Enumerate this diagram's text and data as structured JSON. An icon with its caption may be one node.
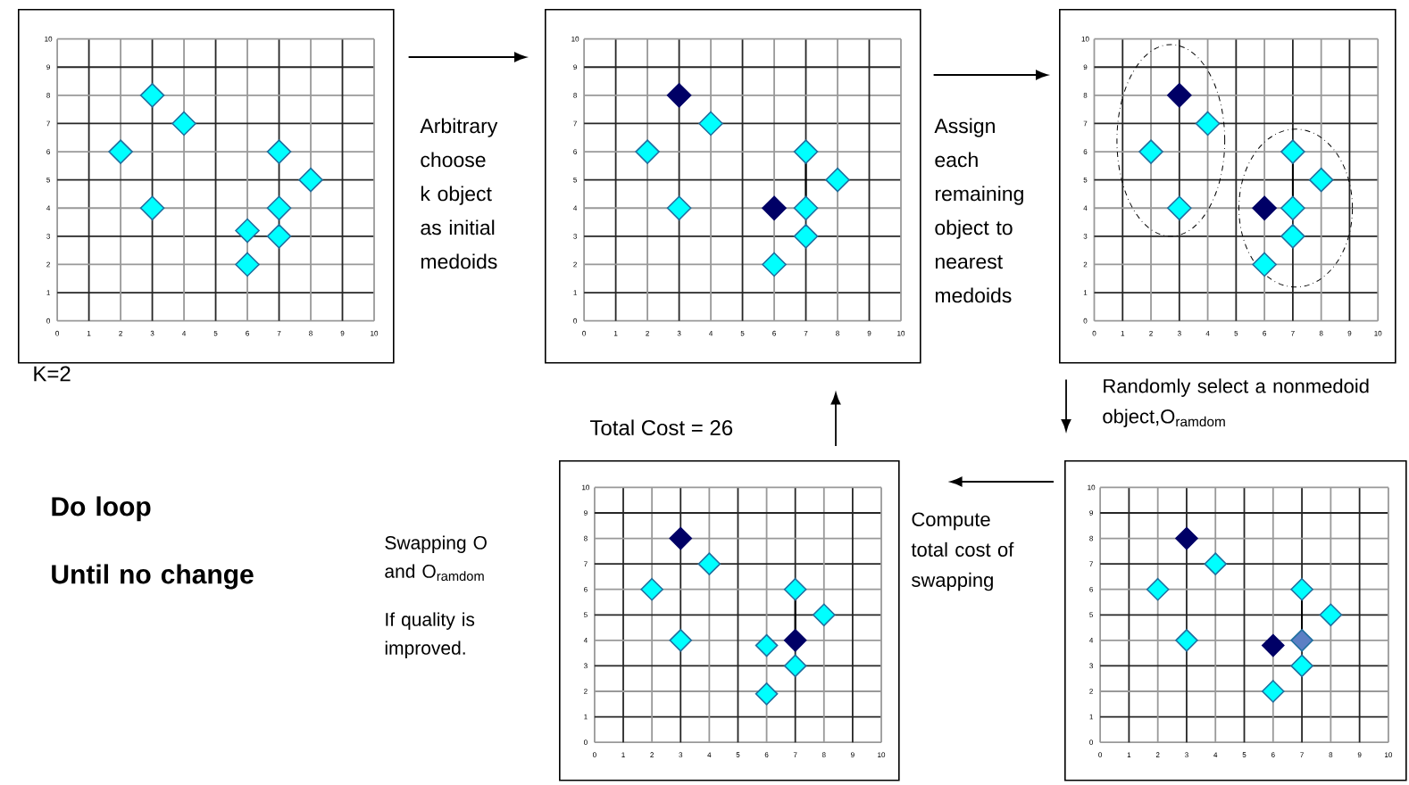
{
  "diagram": {
    "nodes": [
      {
        "text": [
          "10",
          "9",
          "8",
          "7",
          "6",
          "5",
          "4",
          "3",
          "2",
          "1",
          "0",
          "0",
          "1",
          "2",
          "3",
          "4",
          "5",
          "6",
          "7",
          "8",
          "9",
          "10"
        ],
        "beside": [
          "K=2"
        ]
      },
      {
        "text": [
          "10",
          "9",
          "8",
          "7",
          "6",
          "5",
          "4",
          "3",
          "2",
          "1",
          "0",
          "0",
          "1",
          "2",
          "3",
          "4",
          "5",
          "6",
          "7",
          "8",
          "9",
          "10"
        ]
      },
      {
        "text": [
          "10",
          "9",
          "8",
          "7",
          "6",
          "5",
          "4",
          "3",
          "2",
          "1",
          "0",
          "0",
          "1",
          "2",
          "3",
          "4",
          "5",
          "6",
          "7",
          "8",
          "9",
          "10"
        ]
      },
      {
        "text": [
          "10",
          "9",
          "8",
          "7",
          "6",
          "5",
          "4",
          "3",
          "2",
          "1",
          "0",
          "0",
          "1",
          "2",
          "3",
          "4",
          "5",
          "6",
          "7",
          "8",
          "9",
          "10"
        ],
        "beside": [
          "Total Cost = 26"
        ]
      },
      {
        "text": [
          "10",
          "9",
          "8",
          "7",
          "6",
          "5",
          "4",
          "3",
          "2",
          "1",
          "0",
          "0",
          "1",
          "2",
          "3",
          "4",
          "5",
          "6",
          "7",
          "8",
          "9",
          "10"
        ]
      }
    ],
    "edges": [
      {
        "from": 0,
        "to": 1,
        "arrow": "to",
        "label": "Arbitrary choose k object as initial medoids"
      },
      {
        "from": 1,
        "to": 2,
        "arrow": "to",
        "label": "Assign each remaining object to nearest medoids"
      },
      {
        "from": 2,
        "to": 4,
        "arrow": "to",
        "label": "Randomly select a nonmedoid object,O$_{ramdom}$"
      },
      {
        "from": 4,
        "to": 3,
        "arrow": "to",
        "label": "Compute total cost of swapping"
      },
      {
        "from": 3,
        "to": 1,
        "arrow": "to"
      }
    ],
    "labels": [
      "Do loop",
      "Until no change",
      "Swapping O and O$_{ramdom}$",
      "If quality is improved."
    ]
  }
}
